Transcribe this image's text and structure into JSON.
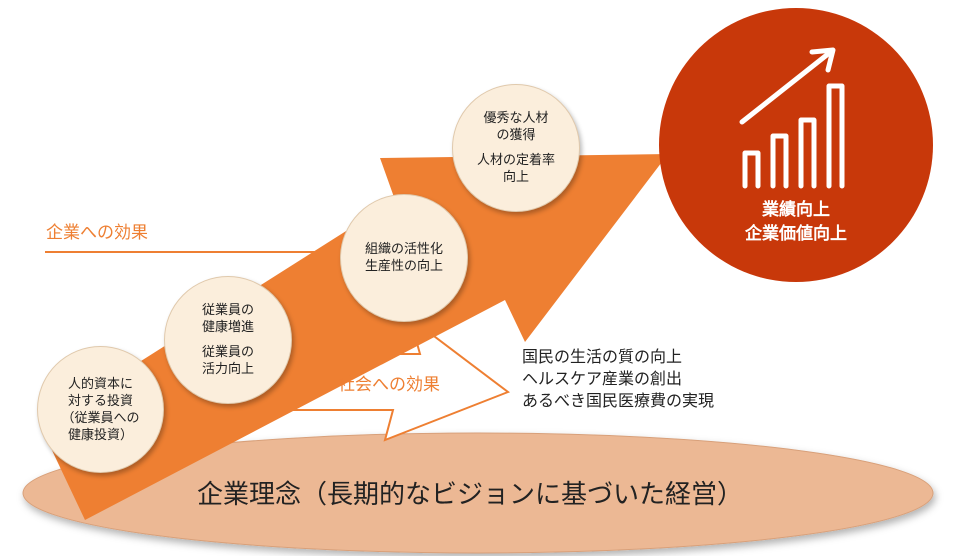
{
  "labels": {
    "corporate_effect": "企業への効果",
    "social_effect": "社会への効果"
  },
  "steps": [
    {
      "lines": [
        "人的資本に",
        "対する投資",
        "（従業員への",
        "健康投資）"
      ]
    },
    {
      "group1": [
        "従業員の",
        "健康増進"
      ],
      "group2": [
        "従業員の",
        "活力向上"
      ]
    },
    {
      "lines": [
        "組織の活性化",
        "生産性の向上"
      ]
    },
    {
      "group1": [
        "優秀な人材",
        "の獲得"
      ],
      "group2": [
        "人材の定着率",
        "向上"
      ]
    }
  ],
  "social_outcomes": [
    "国民の生活の質の向上",
    "ヘルスケア産業の創出",
    "あるべき国民医療費の実現"
  ],
  "result": {
    "lines": [
      "業績向上",
      "企業価値向上"
    ]
  },
  "base": {
    "title": "企業理念（長期的なビジョンに基づいた経営）"
  },
  "colors": {
    "arrow_orange": "#ee7f32",
    "result_red": "#c8380a",
    "base_fill": "#ecb894",
    "circle_fill": "#fbeedc"
  },
  "icons": {
    "result_icon": "growth-chart-icon"
  }
}
